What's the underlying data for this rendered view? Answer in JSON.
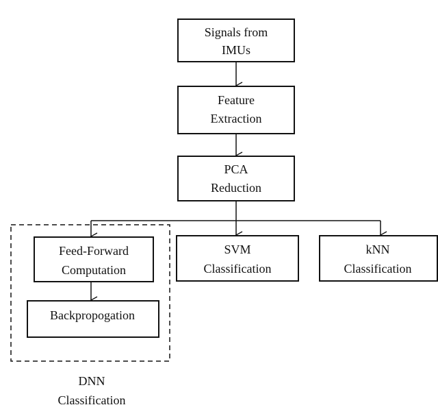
{
  "nodes": {
    "signals": {
      "line1": "Signals from",
      "line2": "IMUs"
    },
    "feature": {
      "line1": "Feature",
      "line2": "Extraction"
    },
    "pca": {
      "line1": "PCA",
      "line2": "Reduction"
    },
    "feedforward": {
      "line1": "Feed-Forward",
      "line2": "Computation"
    },
    "backprop": {
      "line1": "Backpropogation"
    },
    "svm": {
      "line1": "SVM",
      "line2": "Classification"
    },
    "knn": {
      "line1": "kNN",
      "line2": "Classification"
    },
    "dnn_group": {
      "line1": "DNN",
      "line2": "Classification"
    }
  },
  "edges": [
    [
      "signals",
      "feature"
    ],
    [
      "feature",
      "pca"
    ],
    [
      "pca",
      "feedforward"
    ],
    [
      "pca",
      "svm"
    ],
    [
      "pca",
      "knn"
    ],
    [
      "feedforward",
      "backprop"
    ]
  ]
}
